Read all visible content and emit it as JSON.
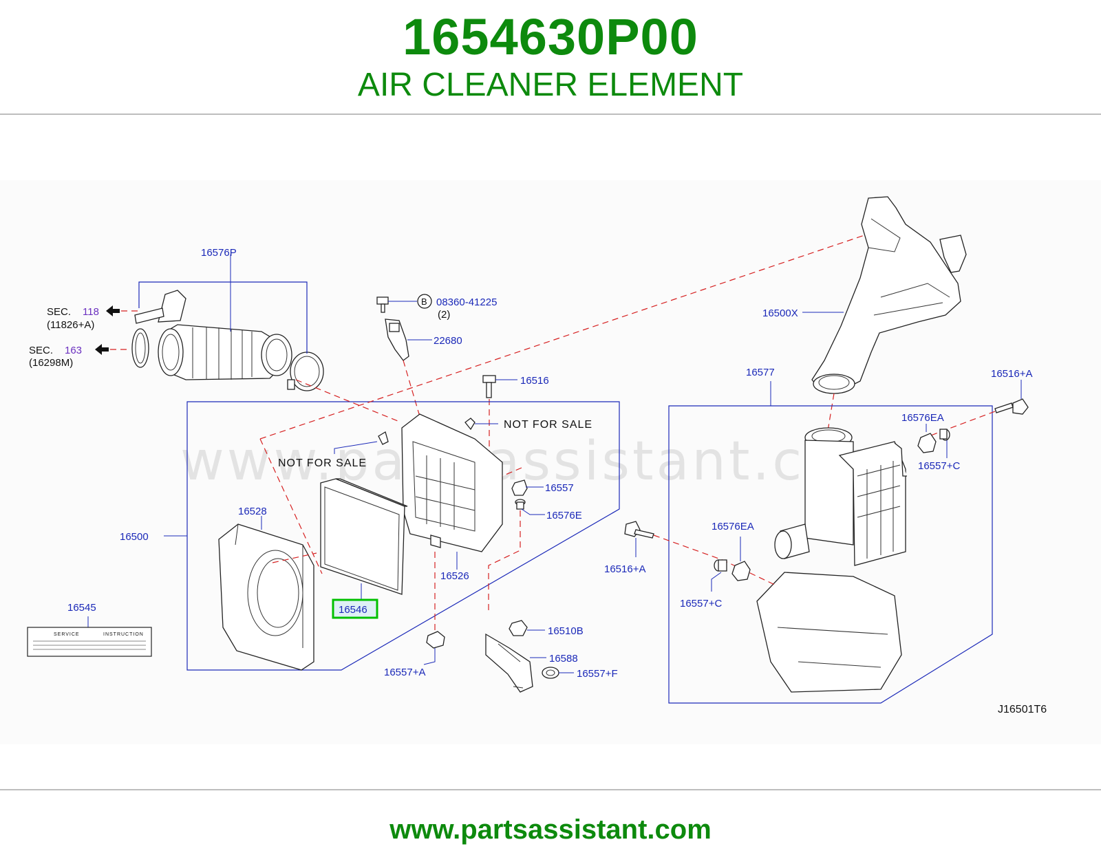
{
  "header": {
    "part_number": "1654630P00",
    "part_name": "AIR CLEANER ELEMENT"
  },
  "footer": {
    "url": "www.partsassistant.com"
  },
  "diagram": {
    "watermark": "www.partsassistant.com",
    "diagram_code": "J16501T6",
    "highlight_color": "#00c000",
    "label_color": "#1a28b8",
    "title_color": "#0d8a0d",
    "leader_dash_color": "#d62020",
    "labels": {
      "p16576P": "16576P",
      "sec1": "SEC.",
      "sec1_num": "118",
      "sec1_ref": "(11826+A)",
      "sec2": "SEC.",
      "sec2_num": "163",
      "sec2_ref": "(16298M)",
      "callout_b": "B",
      "p08360": "08360-41225",
      "p08360_qty": "(2)",
      "p22680": "22680",
      "p16516": "16516",
      "nfs1": "NOT  FOR  SALE",
      "nfs2": "NOT  FOR  SALE",
      "p16557": "16557",
      "p16576E": "16576E",
      "p16528": "16528",
      "p16500": "16500",
      "p16526": "16526",
      "p16546": "16546",
      "p16545": "16545",
      "service": "SERVICE",
      "instruction": "INSTRUCTION",
      "p16557A": "16557+A",
      "p16510B": "16510B",
      "p16588": "16588",
      "p16557F": "16557+F",
      "p16500X": "16500X",
      "p16577": "16577",
      "p16516A_top": "16516+A",
      "p16576EA_top": "16576EA",
      "p16557C_top": "16557+C",
      "p16516A_mid": "16516+A",
      "p16576EA_mid": "16576EA",
      "p16557C_mid": "16557+C"
    }
  }
}
